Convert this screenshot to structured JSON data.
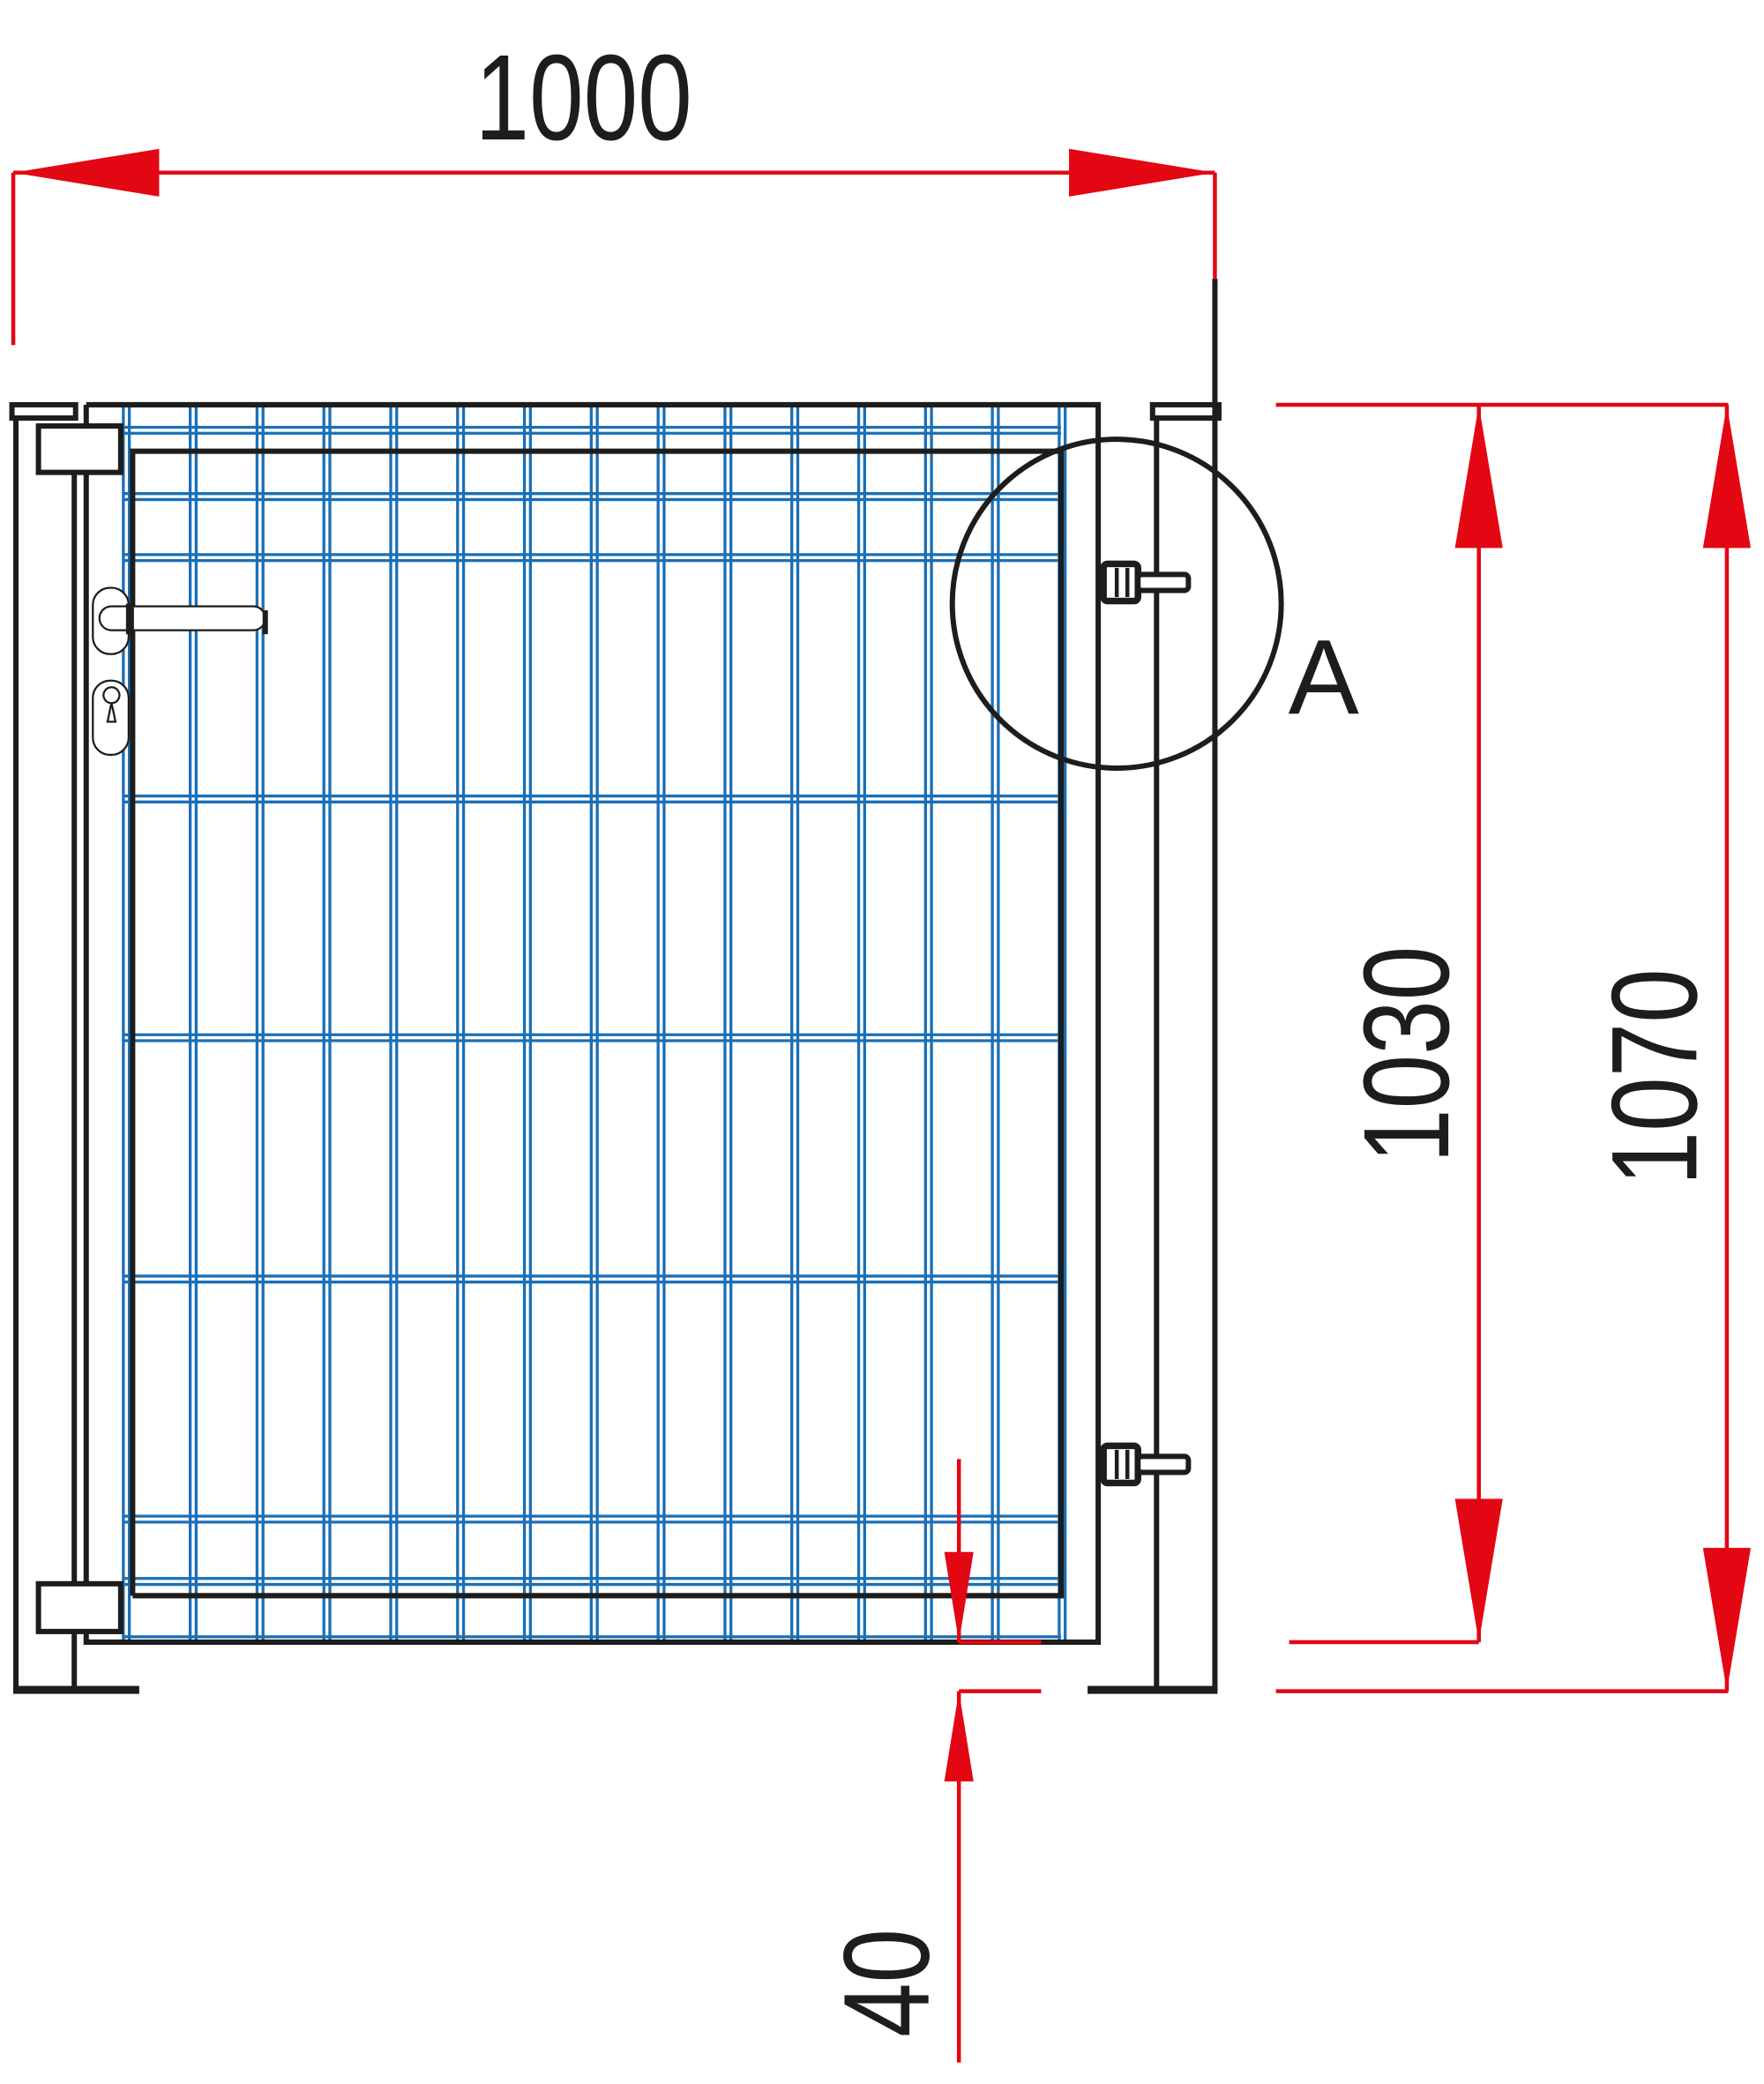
{
  "drawing": {
    "dimensions": {
      "width": "1000",
      "gate_height": "1030",
      "post_height": "1070",
      "ground_clearance": "40"
    },
    "detail_label": "A"
  },
  "colors": {
    "dimension": "#e30613",
    "mesh": "#1a6fb5",
    "frame": "#1d1d1b"
  }
}
